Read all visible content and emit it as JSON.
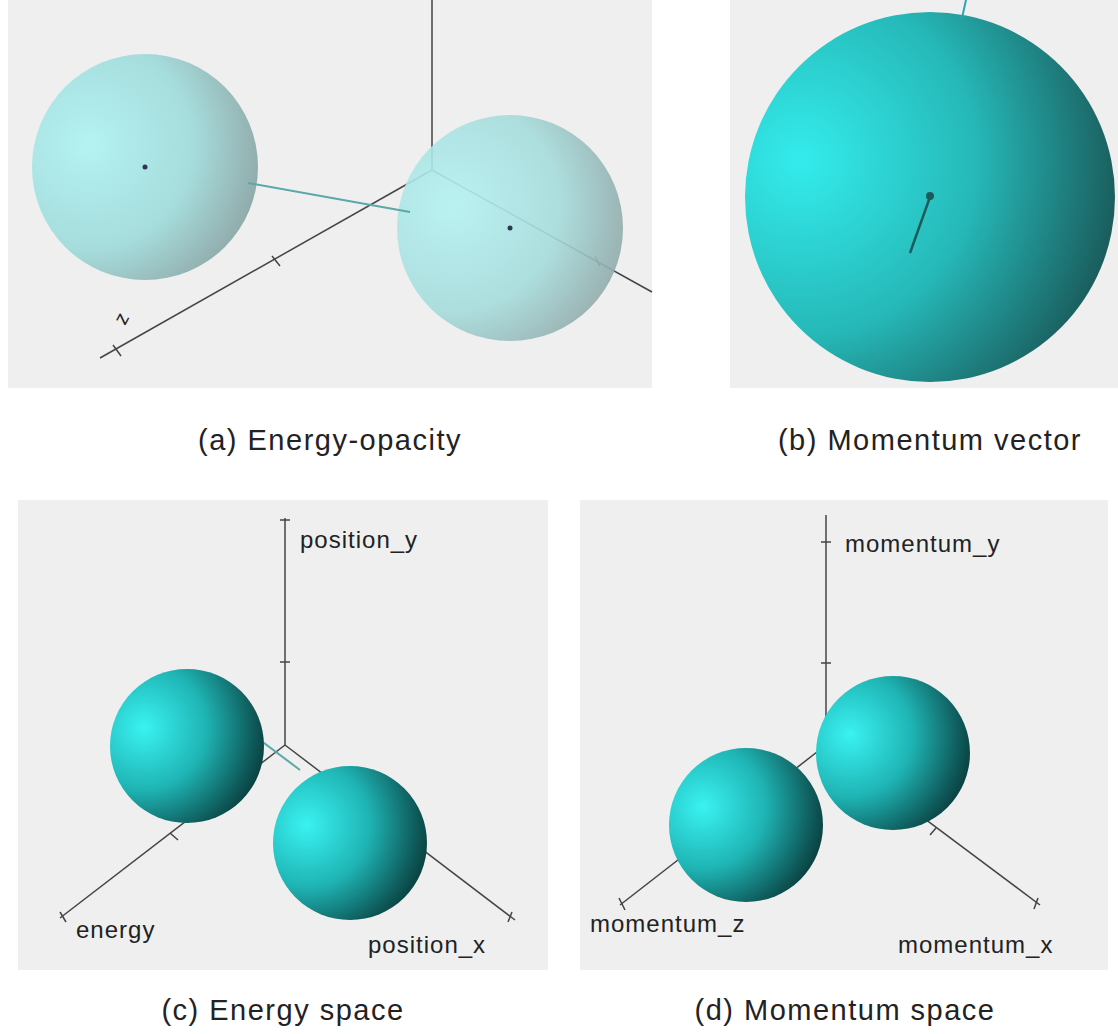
{
  "diagram": {
    "labels": [
      "z",
      "(a) Energy-opacity",
      "(b) Momentum vector",
      "position_y",
      "energy",
      "position_x",
      "(c) Energy space",
      "momentum_y",
      "momentum_z",
      "momentum_x",
      "(d) Momentum space"
    ]
  }
}
